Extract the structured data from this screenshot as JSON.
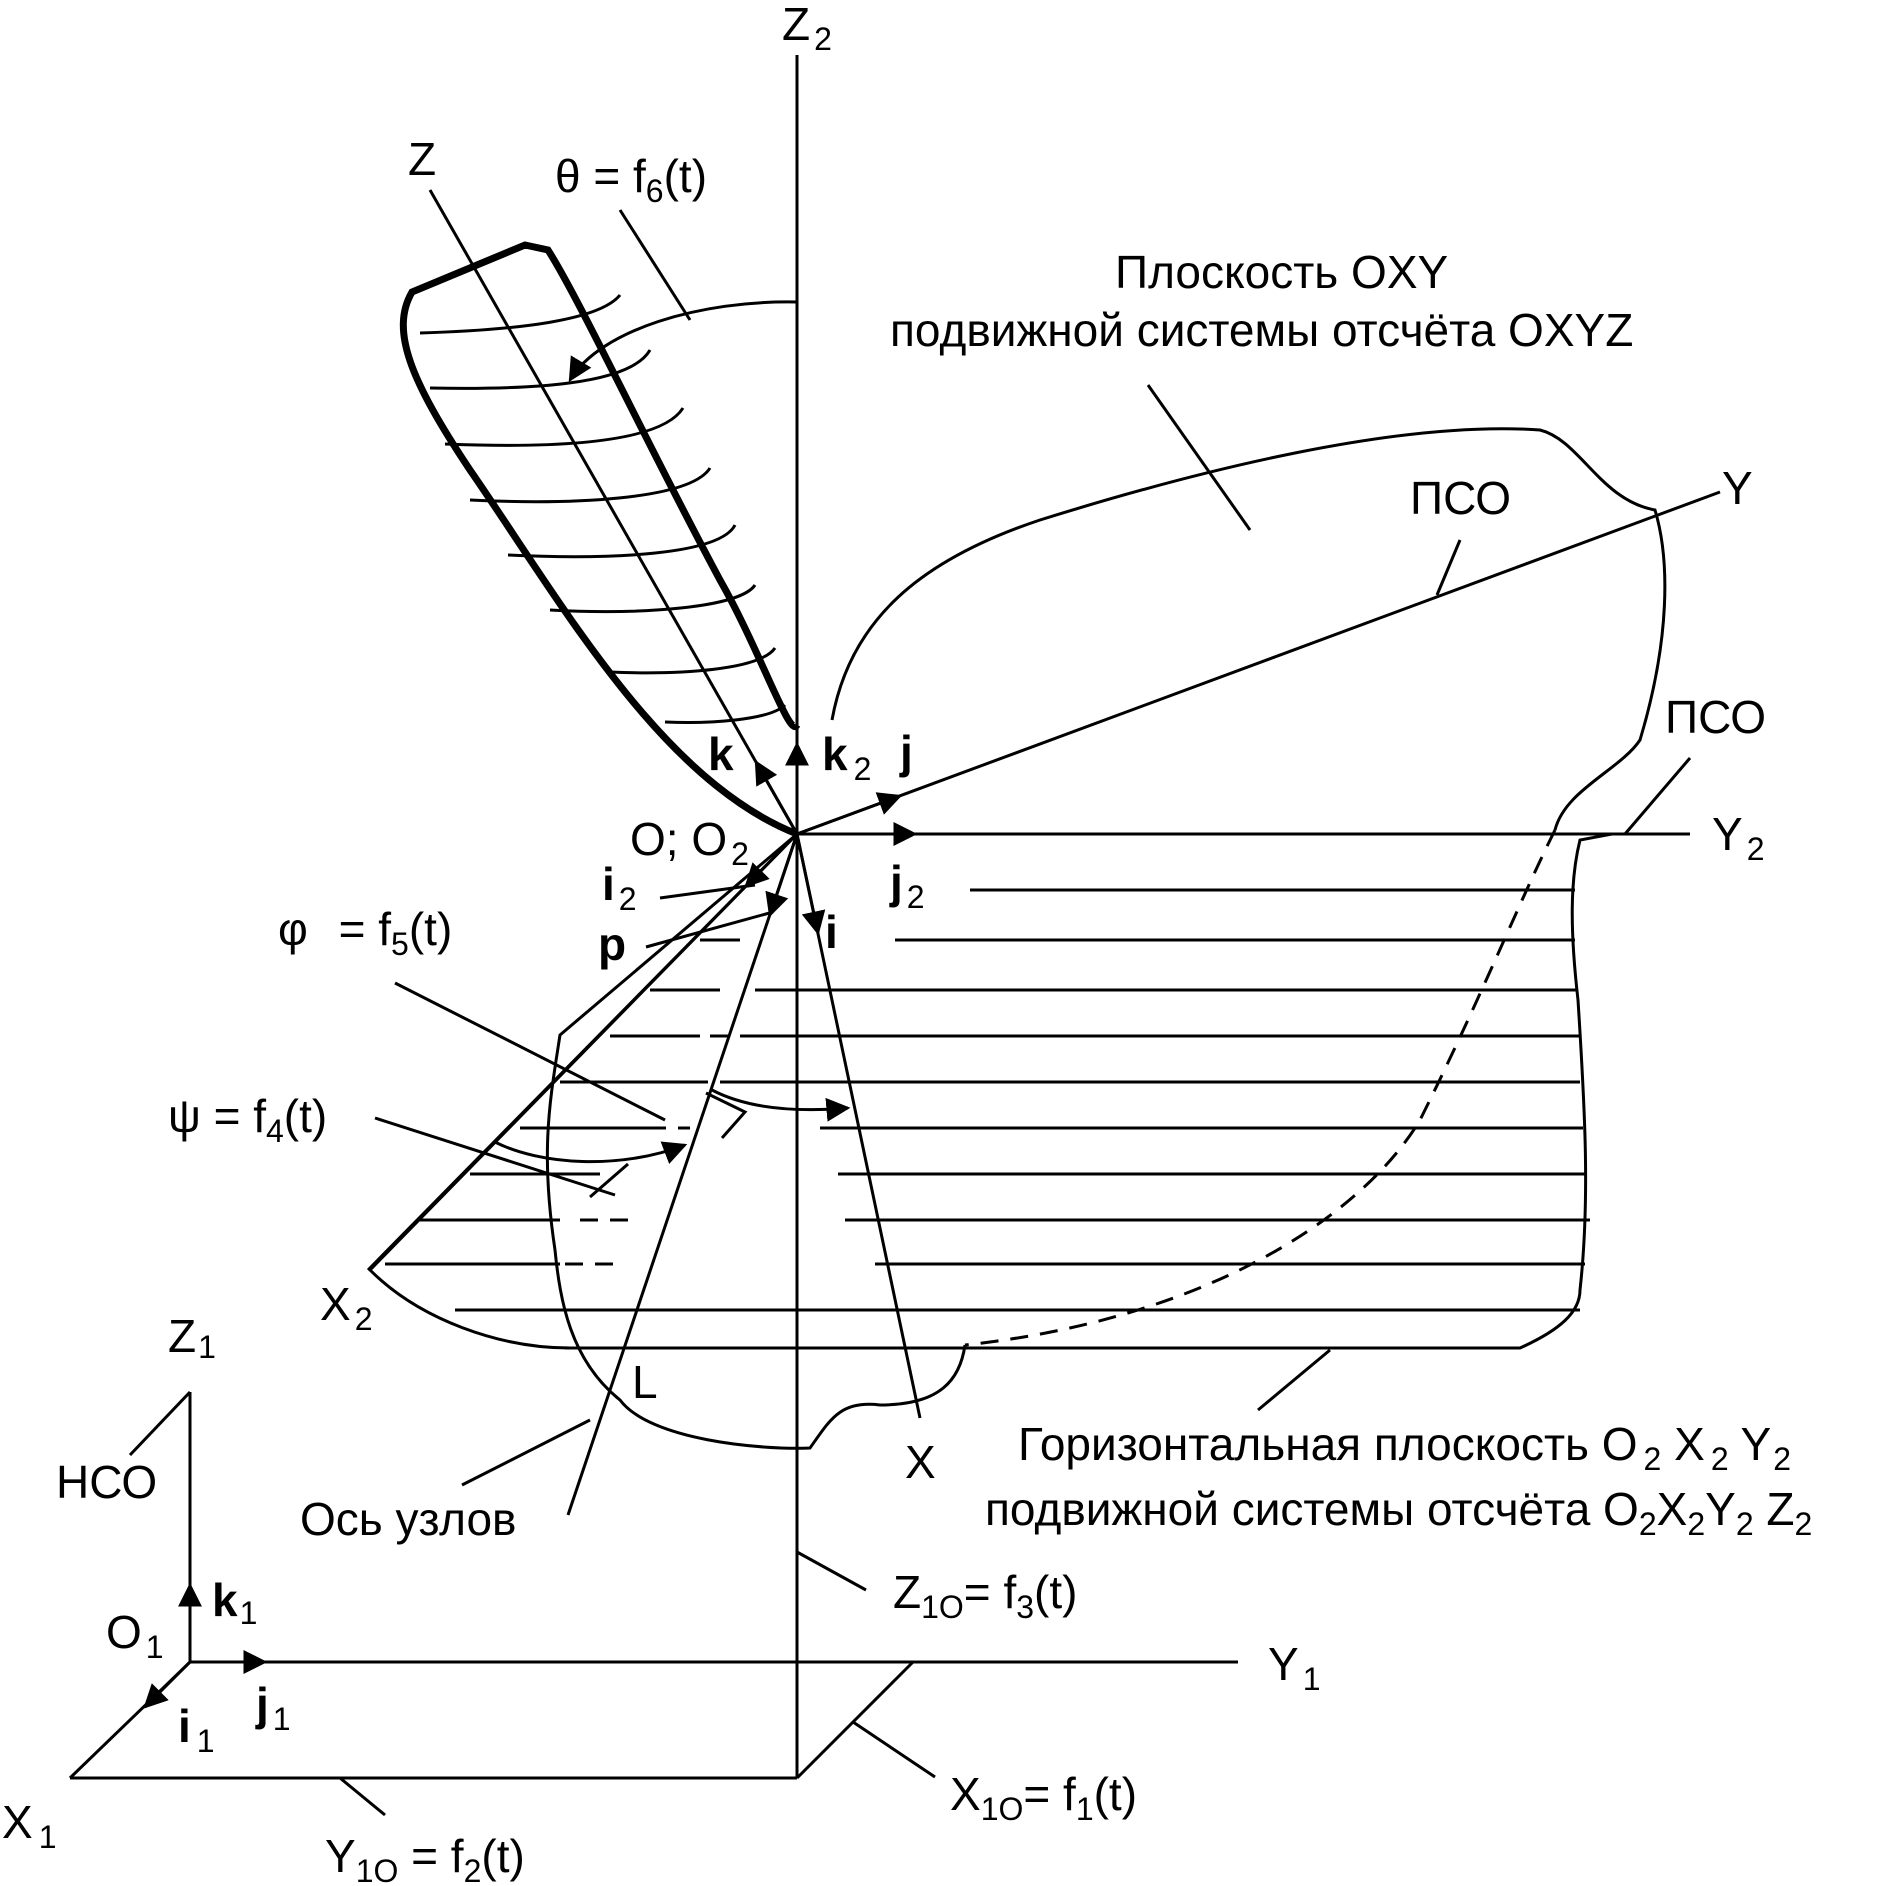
{
  "axes": {
    "z2": "Z",
    "z2_sub": "2",
    "z": "Z",
    "y": "Y",
    "y2": "Y",
    "y2_sub": "2",
    "x": "X",
    "x2": "X",
    "x2_sub": "2",
    "z1": "Z",
    "z1_sub": "1",
    "y1": "Y",
    "y1_sub": "1",
    "x1": "X",
    "x1_sub": "1",
    "l": "L"
  },
  "origins": {
    "o_o2": "O; O",
    "o_o2_sub": "2",
    "o1": "O",
    "o1_sub": "1"
  },
  "vectors": {
    "k": "k",
    "k2": "k",
    "k2_sub": "2",
    "j": "j",
    "j2": "j",
    "j2_sub": "2",
    "i": "i",
    "i2": "i",
    "i2_sub": "2",
    "p": "p",
    "k1": "k",
    "k1_sub": "1",
    "j1": "j",
    "j1_sub": "1",
    "i1": "i",
    "i1_sub": "1"
  },
  "angles": {
    "theta_a": "θ = f",
    "theta_sub": "6",
    "theta_b": "(t)",
    "phi_sym": "φ",
    "phi_a": " = f",
    "phi_sub": "5",
    "phi_b": "(t)",
    "psi_a": "ψ = f",
    "psi_sub": "4",
    "psi_b": "(t)"
  },
  "translations": {
    "z10_a": "Z",
    "z10_sub": "1O",
    "z10_b": "= f",
    "z10_sub2": "3",
    "z10_c": "(t)",
    "y10_a": "Y",
    "y10_sub": "1O",
    "y10_b": " = f",
    "y10_sub2": "2",
    "y10_c": "(t)",
    "x10_a": "X",
    "x10_sub": "1O",
    "x10_b": "= f",
    "x10_sub2": "1",
    "x10_c": "(t)"
  },
  "labels": {
    "plane_oxy_line1": "Плоскость OXY",
    "plane_oxy_line2": "подвижной системы отсчёта OXYZ",
    "pso": "ПСО",
    "nso": "НСО",
    "nodes_axis": "Ось узлов",
    "horiz_a": "Горизонтальная плоскость O",
    "horiz_s1": "2",
    "horiz_b": " X",
    "horiz_s2": "2",
    "horiz_c": " Y",
    "horiz_s3": "2",
    "moving_a": "подвижной системы отсчёта O",
    "moving_s1": "2",
    "moving_b": "X",
    "moving_s2": "2",
    "moving_c": "Y",
    "moving_s3": "2",
    "moving_d": " Z",
    "moving_s4": "2"
  }
}
